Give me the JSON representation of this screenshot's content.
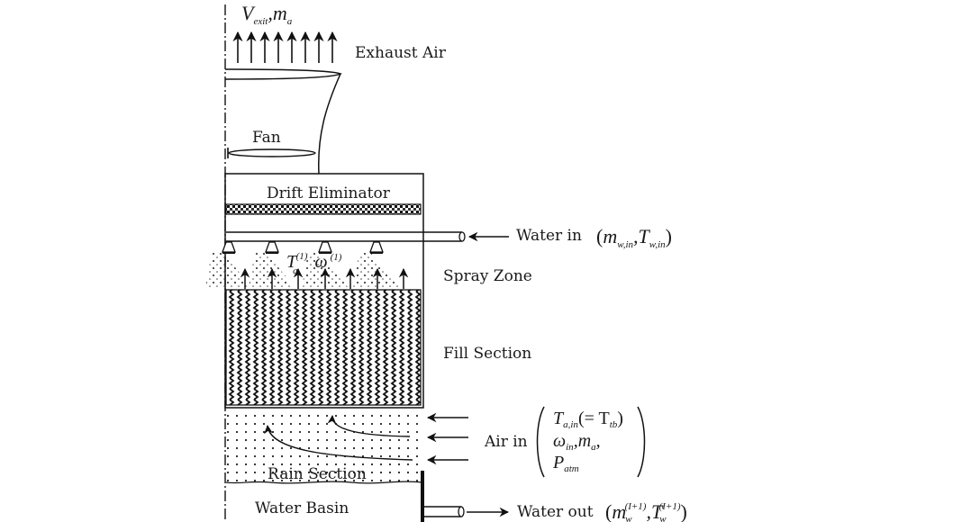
{
  "diagram": {
    "title": "Counterflow wet cooling tower schematic",
    "labels": {
      "exhaust_air": "Exhaust Air",
      "fan": "Fan",
      "drift_eliminator": "Drift Eliminator",
      "spray_zone": "Spray Zone",
      "fill_section": "Fill Section",
      "rain_section": "Rain Section",
      "water_basin": "Water Basin",
      "water_in": "Water in",
      "air_in": "Air in",
      "water_out": "Water out"
    },
    "exhaust": {
      "v_main": "V",
      "v_sub": "exit",
      "sep": ",",
      "m_main": "m",
      "m_sub": "a",
      "arrow_count": 8
    },
    "spray_state": {
      "t_main": "T",
      "t_sub": "a",
      "t_sup": "(1)",
      "w_main": "ω",
      "w_sup": "(1)",
      "nozzle_count": 4,
      "updraft_arrow_count": 7
    },
    "water_in_params": {
      "open": "(",
      "m_main": "m",
      "m_sub": "w,in",
      "sep": ",",
      "t_main": "T",
      "t_sub": "w,in",
      "close": ")"
    },
    "air_in_params": {
      "line1_t": "T",
      "line1_t_sub": "a,in",
      "line1_rest": "(= T",
      "line1_tb_sub": "tb",
      "line1_close": ")",
      "line2_w": "ω",
      "line2_w_sub": "in",
      "line2_sep": ",",
      "line2_m": "m",
      "line2_m_sub": "a",
      "line2_end": ",",
      "line3_p": "P",
      "line3_p_sub": "atm",
      "inlet_arrow_count": 3
    },
    "water_out_params": {
      "open": "(",
      "m_main": "m",
      "m_sub": "w",
      "m_sup": "(I+1)",
      "sep": ",",
      "t_main": "T",
      "t_sub": "w",
      "t_sup": "(I+1)",
      "close": ")"
    }
  }
}
